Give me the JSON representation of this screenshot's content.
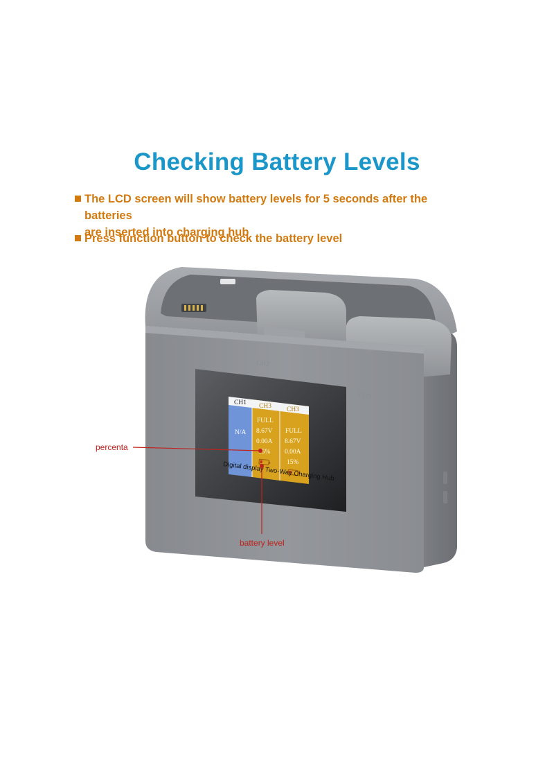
{
  "title": "Checking Battery Levels",
  "bullets": [
    {
      "line1": "The LCD screen will show battery levels for 5 seconds after the batteries",
      "line2": "are inserted into charging hub"
    },
    {
      "line1": "Press function button to check the battery level"
    }
  ],
  "hub": {
    "channel_marks": [
      "CH1",
      "CH2",
      "CH3"
    ],
    "panel_text": "Digital display Two-Way Charging Hub"
  },
  "lcd": {
    "columns": [
      {
        "header": "CH1",
        "lines": [
          "N/A"
        ]
      },
      {
        "header": "CH3",
        "lines": [
          "FULL",
          "8.67V",
          "0.00A",
          "15%"
        ]
      },
      {
        "header": "CH3",
        "lines": [
          "FULL",
          "8.67V",
          "0.00A",
          "15%"
        ]
      }
    ]
  },
  "callouts": {
    "percentage": "percenta",
    "battery_level": "battery level"
  },
  "colors": {
    "title": "#1a96c8",
    "bullet": "#d27a10",
    "callout": "#c0221c",
    "lcd_blue": "#6f95d8",
    "lcd_gold": "#d8a21e",
    "body_grey": "#8f9296"
  }
}
